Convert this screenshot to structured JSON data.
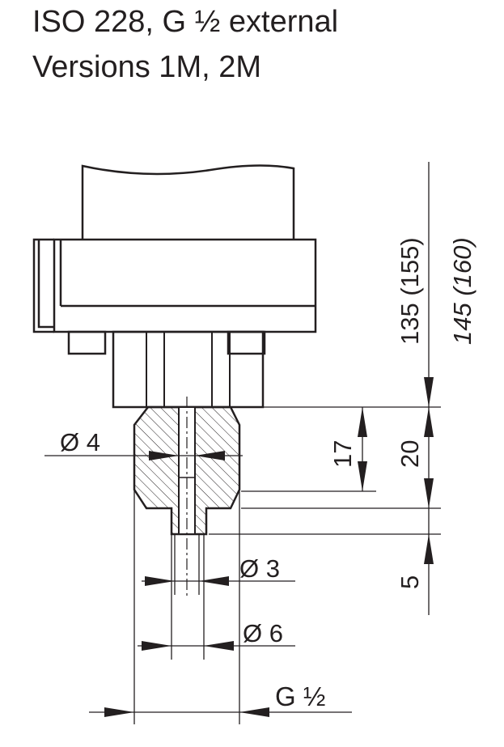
{
  "header": {
    "title_line1": "ISO 228, G ½ external",
    "title_line2": "Versions 1M, 2M"
  },
  "dimensions": {
    "d4": "Ø 4",
    "d3": "Ø 3",
    "d6": "Ø 6",
    "thread": "G ½",
    "len17": "17",
    "len20": "20",
    "len5": "5",
    "height1": "135 (155)",
    "height2": "145 (160)"
  },
  "colors": {
    "line": "#231f20",
    "background": "#ffffff"
  }
}
